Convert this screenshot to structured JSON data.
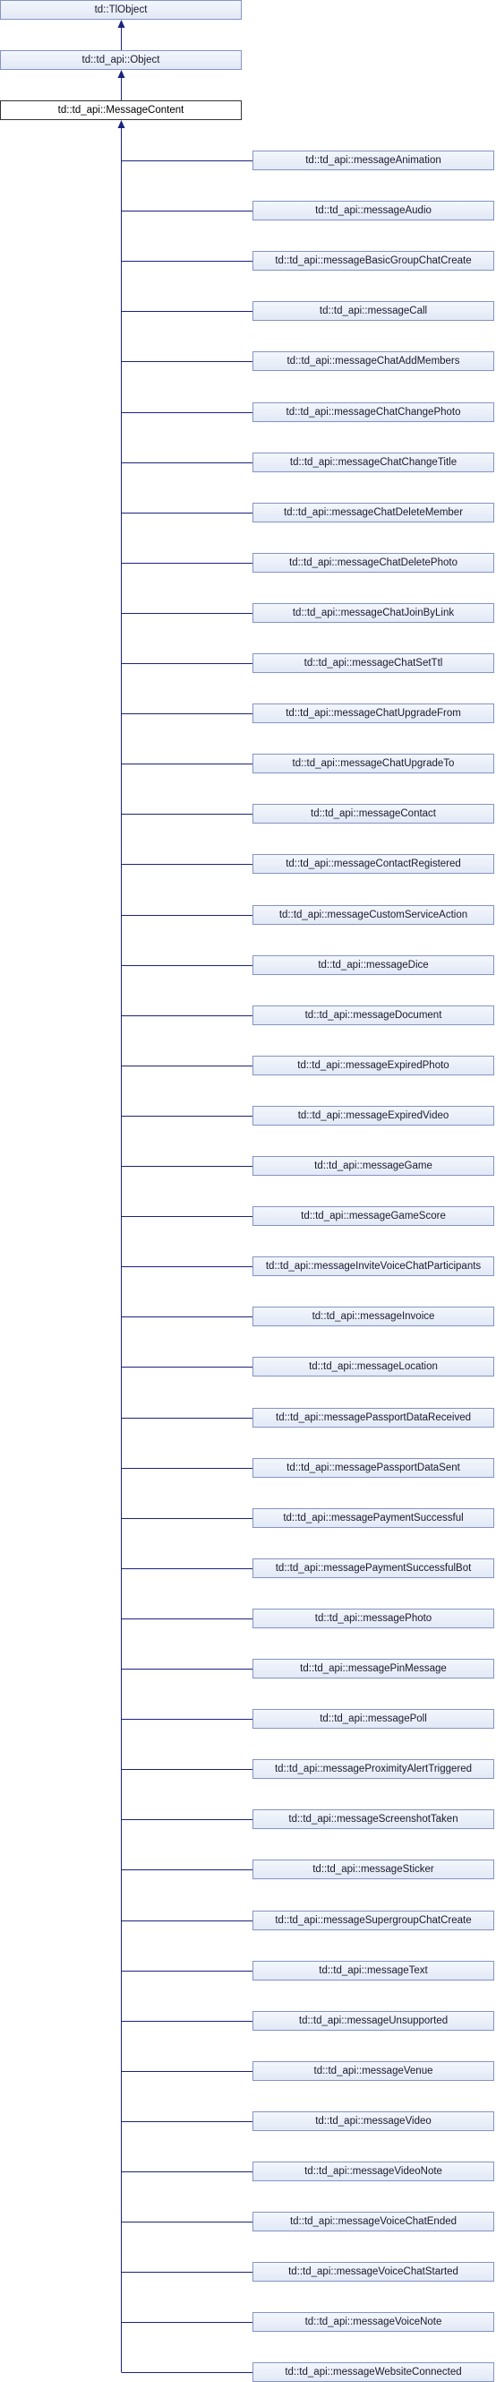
{
  "ancestors": [
    {
      "label": "td::TlObject"
    },
    {
      "label": "td::td_api::Object"
    }
  ],
  "current": {
    "label": "td::td_api::MessageContent"
  },
  "children": [
    {
      "label": "td::td_api::messageAnimation"
    },
    {
      "label": "td::td_api::messageAudio"
    },
    {
      "label": "td::td_api::messageBasicGroupChatCreate"
    },
    {
      "label": "td::td_api::messageCall"
    },
    {
      "label": "td::td_api::messageChatAddMembers"
    },
    {
      "label": "td::td_api::messageChatChangePhoto"
    },
    {
      "label": "td::td_api::messageChatChangeTitle"
    },
    {
      "label": "td::td_api::messageChatDeleteMember"
    },
    {
      "label": "td::td_api::messageChatDeletePhoto"
    },
    {
      "label": "td::td_api::messageChatJoinByLink"
    },
    {
      "label": "td::td_api::messageChatSetTtl"
    },
    {
      "label": "td::td_api::messageChatUpgradeFrom"
    },
    {
      "label": "td::td_api::messageChatUpgradeTo"
    },
    {
      "label": "td::td_api::messageContact"
    },
    {
      "label": "td::td_api::messageContactRegistered"
    },
    {
      "label": "td::td_api::messageCustomServiceAction"
    },
    {
      "label": "td::td_api::messageDice"
    },
    {
      "label": "td::td_api::messageDocument"
    },
    {
      "label": "td::td_api::messageExpiredPhoto"
    },
    {
      "label": "td::td_api::messageExpiredVideo"
    },
    {
      "label": "td::td_api::messageGame"
    },
    {
      "label": "td::td_api::messageGameScore"
    },
    {
      "label": "td::td_api::messageInviteVoiceChatParticipants"
    },
    {
      "label": "td::td_api::messageInvoice"
    },
    {
      "label": "td::td_api::messageLocation"
    },
    {
      "label": "td::td_api::messagePassportDataReceived"
    },
    {
      "label": "td::td_api::messagePassportDataSent"
    },
    {
      "label": "td::td_api::messagePaymentSuccessful"
    },
    {
      "label": "td::td_api::messagePaymentSuccessfulBot"
    },
    {
      "label": "td::td_api::messagePhoto"
    },
    {
      "label": "td::td_api::messagePinMessage"
    },
    {
      "label": "td::td_api::messagePoll"
    },
    {
      "label": "td::td_api::messageProximityAlertTriggered"
    },
    {
      "label": "td::td_api::messageScreenshotTaken"
    },
    {
      "label": "td::td_api::messageSticker"
    },
    {
      "label": "td::td_api::messageSupergroupChatCreate"
    },
    {
      "label": "td::td_api::messageText"
    },
    {
      "label": "td::td_api::messageUnsupported"
    },
    {
      "label": "td::td_api::messageVenue"
    },
    {
      "label": "td::td_api::messageVideo"
    },
    {
      "label": "td::td_api::messageVideoNote"
    },
    {
      "label": "td::td_api::messageVoiceChatEnded"
    },
    {
      "label": "td::td_api::messageVoiceChatStarted"
    },
    {
      "label": "td::td_api::messageVoiceNote"
    },
    {
      "label": "td::td_api::messageWebsiteConnected"
    }
  ],
  "colors": {
    "edge": "#1a237e",
    "node_border": "#8494c4",
    "current_border": "#333333"
  }
}
